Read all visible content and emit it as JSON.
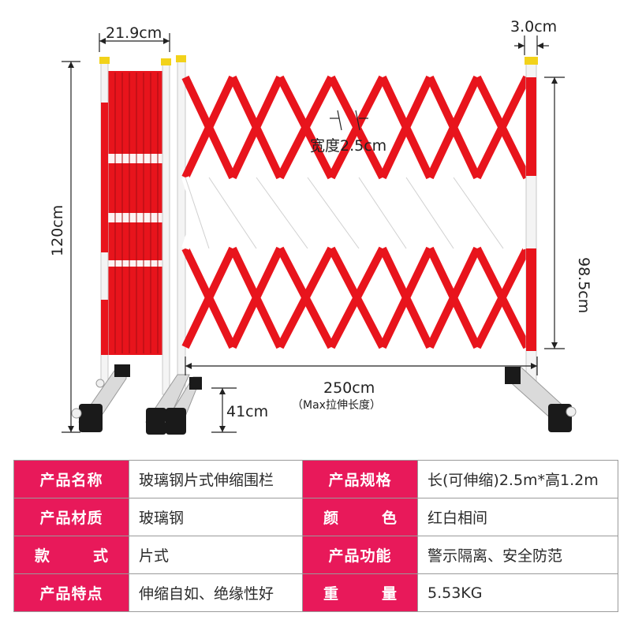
{
  "dimensions": {
    "top_width": "21.9cm",
    "end_post": "3.0cm",
    "strip_width": "宽度2.5cm",
    "total_height": "120cm",
    "inner_height": "98.5cm",
    "length": "250cm",
    "length_note": "（Max拉伸长度）",
    "base_height": "41cm"
  },
  "colors": {
    "red": "#e8141c",
    "white": "#ffffff",
    "label_bg": "#e8195a",
    "cap": "#f2d21a",
    "base": "#1a1a1a"
  },
  "specs": [
    {
      "label_a": "产品名称",
      "value_a": "玻璃钢片式伸缩围栏",
      "label_b": "产品规格",
      "value_b": "长(可伸缩)2.5m*高1.2m"
    },
    {
      "label_a": "产品材质",
      "value_a": "玻璃钢",
      "label_b_chars": [
        "颜",
        "色"
      ],
      "value_b": "红白相间"
    },
    {
      "label_a_chars": [
        "款",
        "式"
      ],
      "value_a": "片式",
      "label_b": "产品功能",
      "value_b": "警示隔离、安全防范"
    },
    {
      "label_a": "产品特点",
      "value_a": "伸缩自如、绝缘性好",
      "label_b_chars": [
        "重",
        "量"
      ],
      "value_b": "5.53KG"
    }
  ]
}
